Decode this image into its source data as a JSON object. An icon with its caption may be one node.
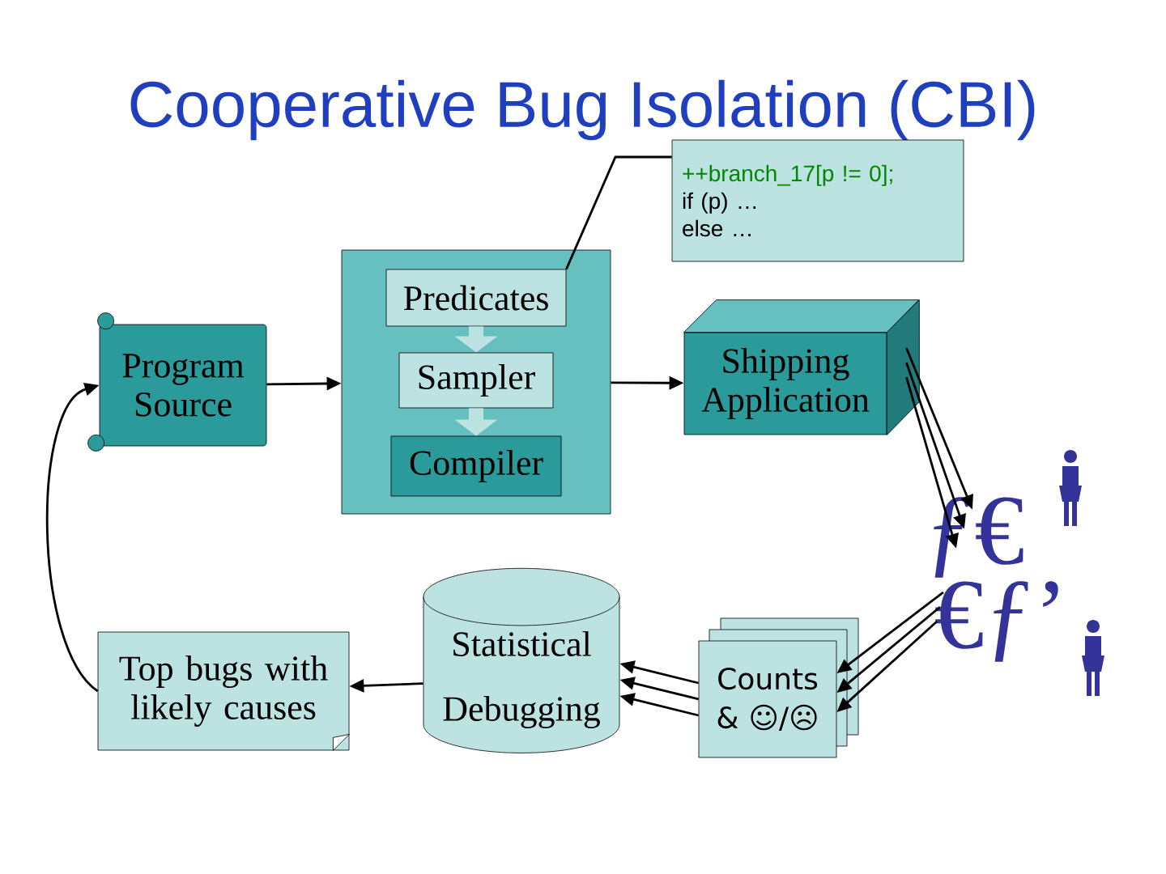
{
  "diagram": {
    "title": "Cooperative Bug Isolation (CBI)",
    "nodes": [
      {
        "text": [
          "++branch_17[p != 0];",
          "if (p) …",
          "else   …"
        ]
      },
      {
        "text": [
          "Program Source"
        ]
      },
      {
        "text": [],
        "shape": "box"
      },
      {
        "text": [
          "Predicates"
        ],
        "in": 2
      },
      {
        "text": [
          "Sampler"
        ],
        "in": 2
      },
      {
        "text": [
          "Compiler"
        ],
        "in": 2
      },
      {
        "text": [
          "Shipping Application"
        ]
      },
      {
        "text": [
          "ƒ€",
          "€ƒ’"
        ]
      },
      {
        "text": [
          "Counts & ☺/☹"
        ]
      },
      {
        "text": [
          "Statistical Debugging"
        ]
      },
      {
        "text": [
          "Top bugs with likely causes"
        ]
      }
    ],
    "edges": [
      {
        "from": 0,
        "to": 3,
        "arrow": "none"
      },
      {
        "from": 1,
        "to": 2,
        "arrow": "to"
      },
      {
        "from": 3,
        "to": 4,
        "arrow": "to",
        "style": "thick",
        "color": "#bce2e2"
      },
      {
        "from": 4,
        "to": 5,
        "arrow": "to",
        "style": "thick",
        "color": "#bce2e2"
      },
      {
        "from": 2,
        "to": 6,
        "arrow": "to"
      },
      {
        "from": 6,
        "to": 7,
        "arrow": "to"
      },
      {
        "from": 6,
        "to": 7,
        "arrow": "to"
      },
      {
        "from": 6,
        "to": 7,
        "arrow": "to"
      },
      {
        "from": 7,
        "to": 8,
        "arrow": "to"
      },
      {
        "from": 7,
        "to": 8,
        "arrow": "to"
      },
      {
        "from": 7,
        "to": 8,
        "arrow": "to"
      },
      {
        "from": 8,
        "to": 9,
        "arrow": "to"
      },
      {
        "from": 8,
        "to": 9,
        "arrow": "to"
      },
      {
        "from": 8,
        "to": 9,
        "arrow": "to"
      },
      {
        "from": 9,
        "to": 10,
        "arrow": "to"
      },
      {
        "from": 10,
        "to": 1,
        "arrow": "to"
      }
    ]
  }
}
